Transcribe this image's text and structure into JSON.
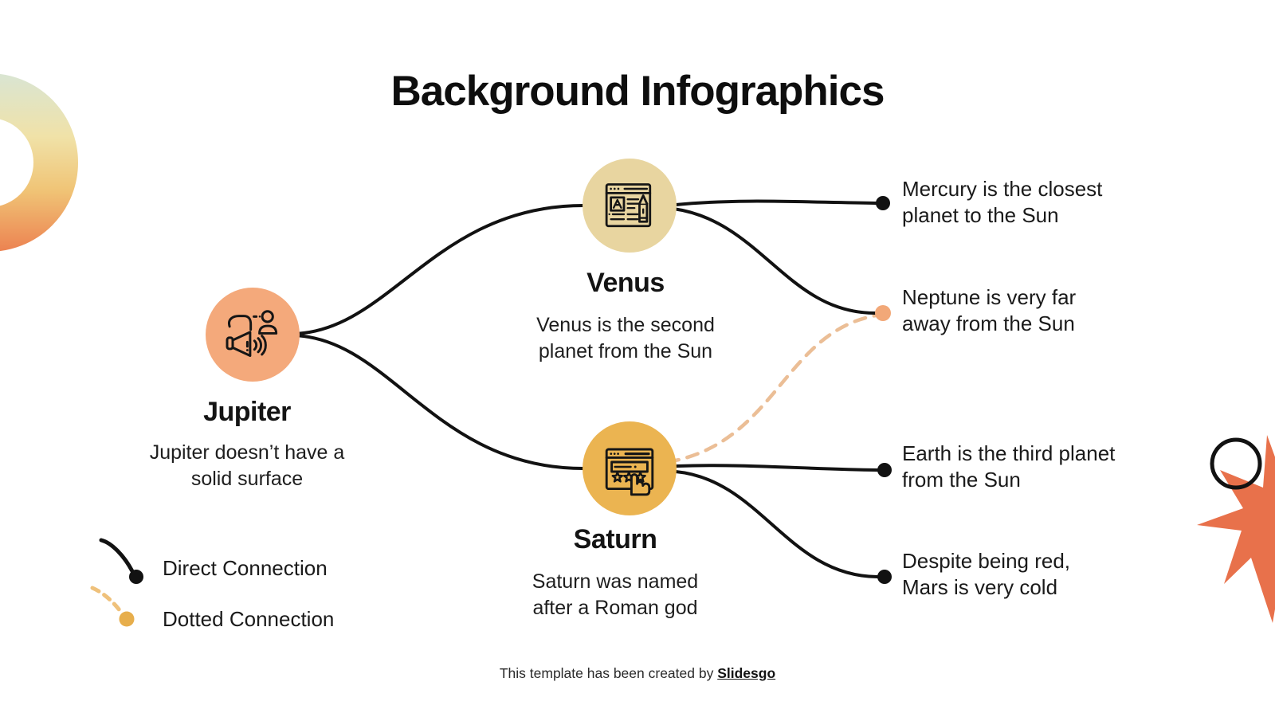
{
  "slide": {
    "title": "Background Infographics",
    "footer": {
      "prefix": "This template has been created by ",
      "brand": "Slidesgo"
    }
  },
  "nodes": {
    "jupiter": {
      "label": "Jupiter",
      "description": "Jupiter doesn’t have a solid surface",
      "icon": "megaphone-announcement-icon",
      "color": "#F4A97B"
    },
    "venus": {
      "label": "Venus",
      "description": "Venus is the second planet from the Sun",
      "icon": "article-edit-icon",
      "color": "#E8D5A0"
    },
    "saturn": {
      "label": "Saturn",
      "description": "Saturn was named after a Roman god",
      "icon": "rating-stars-icon",
      "color": "#EBB451"
    }
  },
  "endpoints": [
    {
      "id": "mercury",
      "label": "Mercury is the closest planet to the Sun",
      "connection": "direct",
      "dot_color": "#121212"
    },
    {
      "id": "neptune",
      "label": "Neptune is very far away from the Sun",
      "connection": "direct-and-dotted",
      "dot_color": "#F2A878"
    },
    {
      "id": "earth",
      "label": "Earth is the third planet from the Sun",
      "connection": "direct",
      "dot_color": "#121212"
    },
    {
      "id": "mars",
      "label": "Despite being red, Mars is very cold",
      "connection": "direct",
      "dot_color": "#121212"
    }
  ],
  "legend": [
    {
      "label": "Direct Connection",
      "line_style": "solid",
      "color": "#121212"
    },
    {
      "label": "Dotted Connection",
      "line_style": "dashed",
      "color": "#E7AE4C"
    }
  ],
  "colors": {
    "connector": "#121212",
    "dotted_connector": "#EBBE96",
    "starburst": "#E8714B",
    "ring_gradient_top": "#D9E5D3",
    "ring_gradient_bottom": "#EC8050"
  }
}
